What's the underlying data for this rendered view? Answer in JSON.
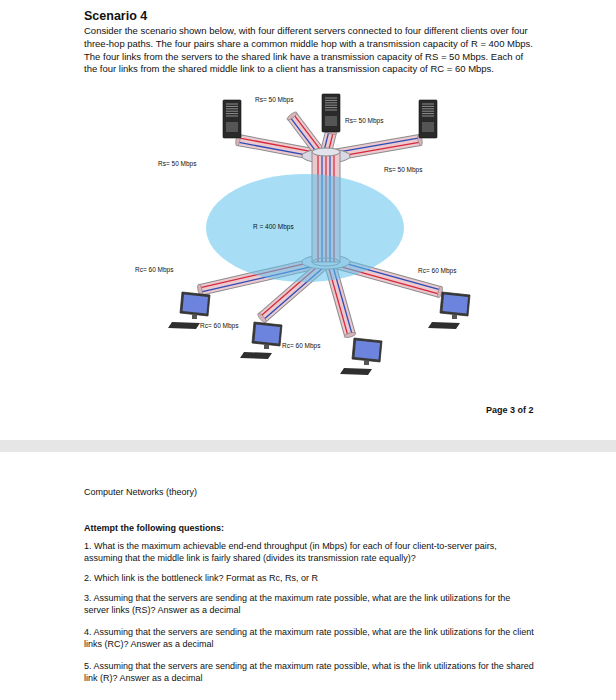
{
  "diagram": {
    "title": "Scenario 4",
    "nodes": [
      {
        "text": [
          "R = 400 Mbps"
        ]
      }
    ],
    "labels": [
      "Consider the scenario shown below, with four different servers connected to four different clients over four three-hop paths. The four pairs share a common middle hop with a transmission capacity of R = 400 Mbps. The four links from the servers to the shared link have a transmission capacity of RS = 50 Mbps. Each of the four links from the shared middle link to a client has a transmission capacity of RC = 60 Mbps.",
      "Rs= 50 Mbps",
      "Rs= 50 Mbps",
      "Rs= 50 Mbps",
      "Rs= 50 Mbps",
      "Rc= 60 Mbps",
      "Rc= 60 Mbps",
      "Rc= 60 Mbps",
      "Rc= 60 Mbps",
      "Page 3 of 2",
      "Computer Networks (theory)",
      "Attempt the following questions:",
      "1. What is the maximum achievable end-end throughput (in Mbps) for each of four client-to-server pairs, assuming that the middle link is fairly shared (divides its transmission rate equally)?",
      "2. Which link is the bottleneck link? Format as Rc, Rs, or R",
      "3. Assuming that the servers are sending at the maximum rate possible, what are the link utilizations for the server links (RS)? Answer as a decimal",
      "4. Assuming that the servers are sending at the maximum rate possible, what are the link utilizations for the client links (RC)? Answer as a decimal",
      "5. Assuming that the servers are sending at the maximum rate possible, what is the link utilizations for the shared link (R)? Answer as a decimal"
    ]
  }
}
